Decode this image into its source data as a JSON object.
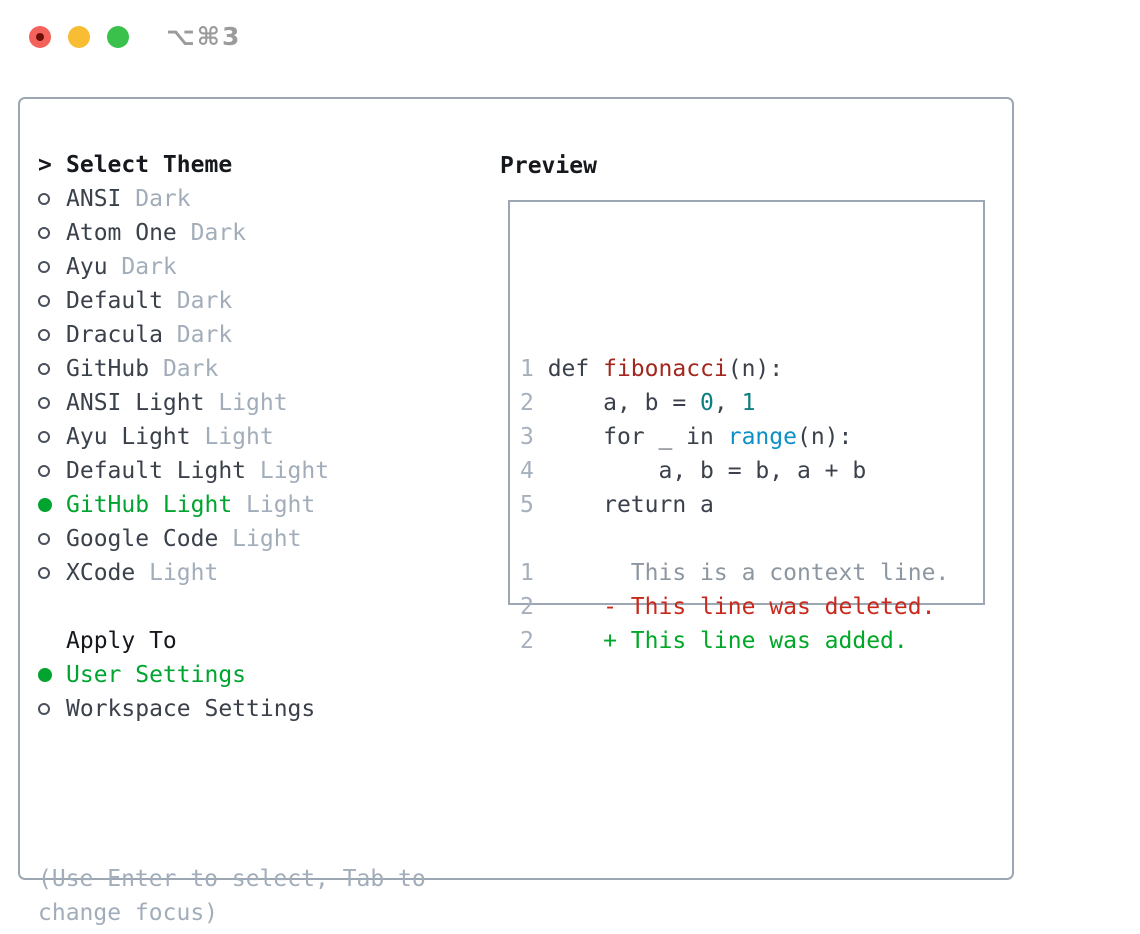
{
  "window": {
    "title": "⌥⌘3"
  },
  "titlebar": {
    "buttons": [
      {
        "name": "close",
        "color": "#f4625c"
      },
      {
        "name": "minimize",
        "color": "#f8bd33"
      },
      {
        "name": "zoom",
        "color": "#39c14b"
      }
    ]
  },
  "left_panel": {
    "prompt": ">",
    "title": "Select Theme",
    "themes": [
      {
        "name": "ANSI",
        "variant": "Dark",
        "selected": false
      },
      {
        "name": "Atom One",
        "variant": "Dark",
        "selected": false
      },
      {
        "name": "Ayu",
        "variant": "Dark",
        "selected": false
      },
      {
        "name": "Default",
        "variant": "Dark",
        "selected": false
      },
      {
        "name": "Dracula",
        "variant": "Dark",
        "selected": false
      },
      {
        "name": "GitHub",
        "variant": "Dark",
        "selected": false
      },
      {
        "name": "ANSI Light",
        "variant": "Light",
        "selected": false
      },
      {
        "name": "Ayu Light",
        "variant": "Light",
        "selected": false
      },
      {
        "name": "Default Light",
        "variant": "Light",
        "selected": false
      },
      {
        "name": "GitHub Light",
        "variant": "Light",
        "selected": true
      },
      {
        "name": "Google Code",
        "variant": "Light",
        "selected": false
      },
      {
        "name": "XCode",
        "variant": "Light",
        "selected": false
      }
    ],
    "apply_to": {
      "title": "Apply To",
      "options": [
        {
          "label": "User Settings",
          "selected": true
        },
        {
          "label": "Workspace Settings",
          "selected": false
        }
      ]
    },
    "help_lines": [
      "(Use Enter to select, Tab to",
      "change focus)"
    ]
  },
  "preview": {
    "title": "Preview",
    "code_lines": [
      [
        {
          "t": "1",
          "c": "ln"
        },
        {
          "t": " def ",
          "c": "codetext"
        },
        {
          "t": "fibonacci",
          "c": "func"
        },
        {
          "t": "(n):",
          "c": "codetext"
        }
      ],
      [
        {
          "t": "2",
          "c": "ln"
        },
        {
          "t": "     a, b = ",
          "c": "codetext"
        },
        {
          "t": "0",
          "c": "num"
        },
        {
          "t": ", ",
          "c": "codetext"
        },
        {
          "t": "1",
          "c": "num"
        }
      ],
      [
        {
          "t": "3",
          "c": "ln"
        },
        {
          "t": "     for _ in ",
          "c": "codetext"
        },
        {
          "t": "range",
          "c": "call"
        },
        {
          "t": "(n):",
          "c": "codetext"
        }
      ],
      [
        {
          "t": "4",
          "c": "ln"
        },
        {
          "t": "         a, b = b, a + b",
          "c": "codetext"
        }
      ],
      [
        {
          "t": "5",
          "c": "ln"
        },
        {
          "t": "     return a",
          "c": "codetext"
        }
      ],
      [],
      [
        {
          "t": "1",
          "c": "ln"
        },
        {
          "t": "       This is a context line.",
          "c": "ctx"
        }
      ],
      [
        {
          "t": "2",
          "c": "ln"
        },
        {
          "t": "     - This line was deleted.",
          "c": "del"
        }
      ],
      [
        {
          "t": "2",
          "c": "ln"
        },
        {
          "t": "     + This line was added.",
          "c": "add"
        }
      ]
    ]
  },
  "colors": {
    "accent_green": "#00a42f",
    "muted_gray": "#a2adba",
    "text_dark": "#3b414b",
    "heading": "#15181d",
    "border_gray": "#9da7b4",
    "diff_deleted_red": "#c9291c",
    "diff_added_green": "#00a827",
    "syntax_function_red": "#a3271e",
    "syntax_number_teal": "#0d7d82",
    "syntax_call_blue": "#0d8fc7",
    "line_number_gray": "#a6b0bc",
    "traffic_red": "#f4625c",
    "traffic_yellow": "#f8bd33",
    "traffic_green": "#39c14b",
    "title_gray": "#9b9b9b"
  }
}
